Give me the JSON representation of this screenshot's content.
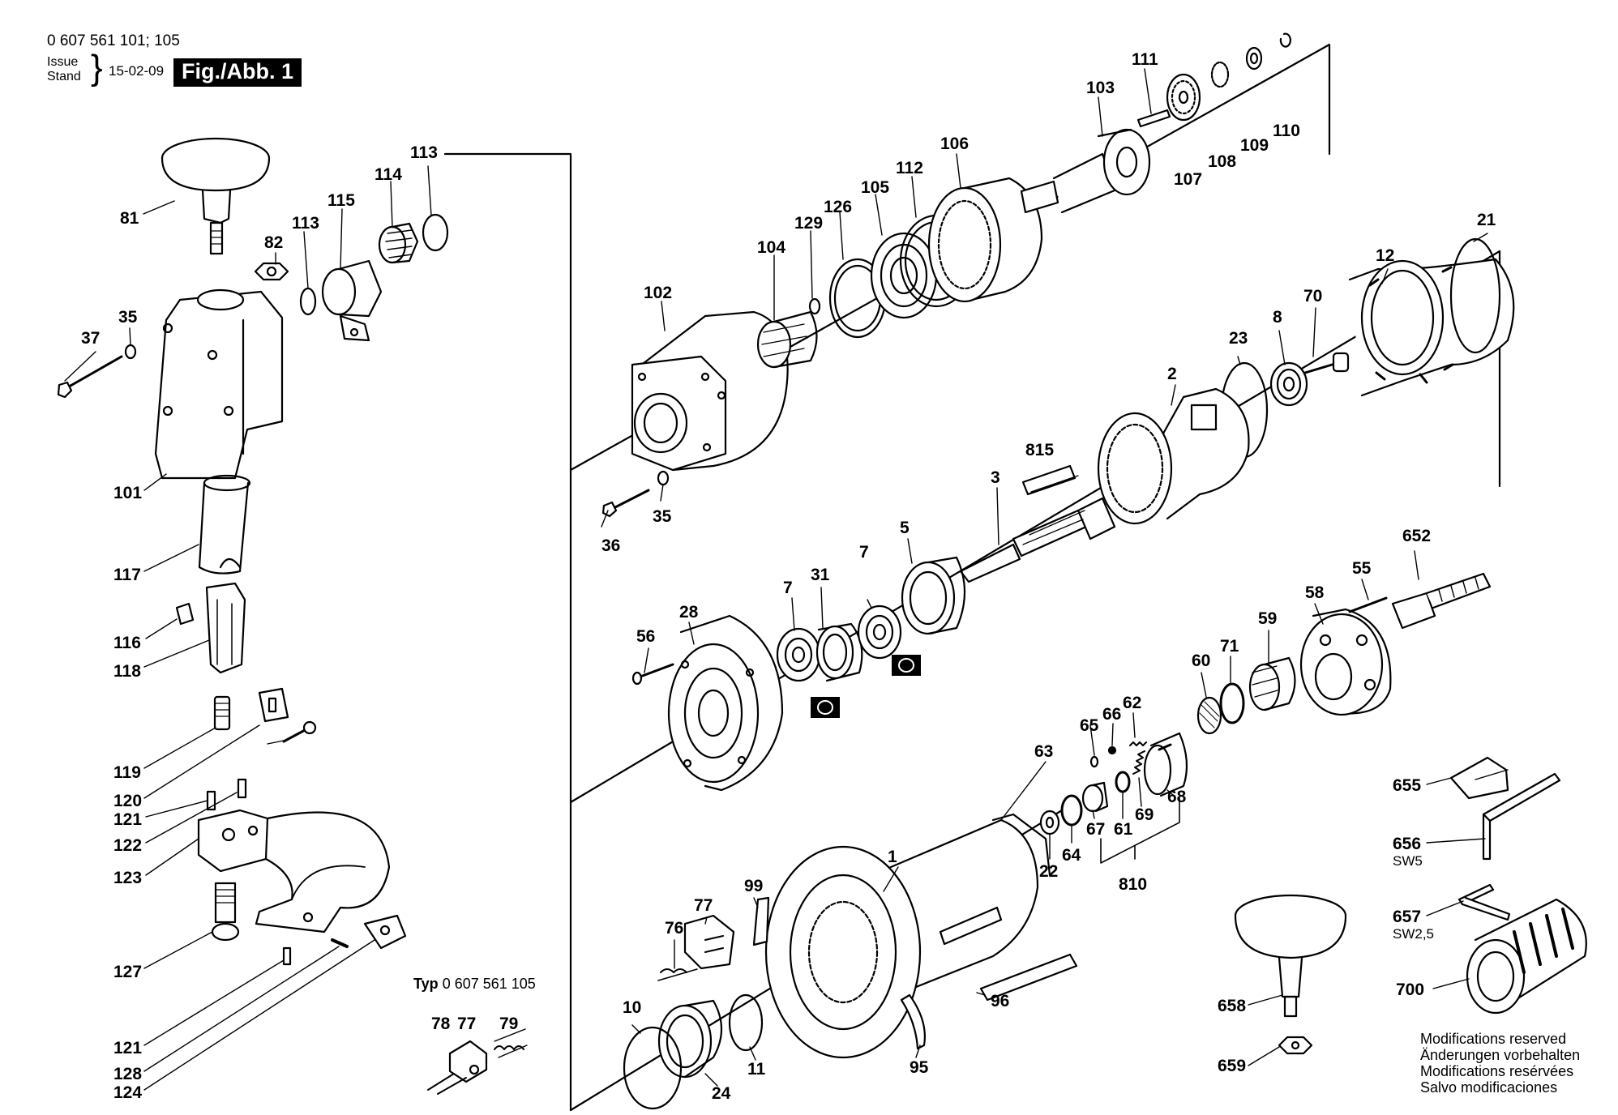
{
  "header": {
    "doc_number": "0 607 561 101; 105",
    "issue_line1": "Issue",
    "issue_line2": "Stand",
    "date": "15-02-09",
    "figure": "Fig./Abb. 1"
  },
  "typ_label": {
    "prefix": "Typ",
    "number": "0 607 561 105"
  },
  "modifications": [
    "Modifications reserved",
    "Änderungen vorbehalten",
    "Modifications resérvées",
    "Salvo modificaciones"
  ],
  "sw_labels": {
    "p656": "SW5",
    "p657": "SW2,5"
  },
  "parts": {
    "p81": "81",
    "p82": "82",
    "p113a": "113",
    "p115": "115",
    "p114": "114",
    "p113b": "113",
    "p37": "37",
    "p35a": "35",
    "p101": "101",
    "p117": "117",
    "p116": "116",
    "p118": "118",
    "p119": "119",
    "p120": "120",
    "p121a": "121",
    "p122": "122",
    "p123": "123",
    "p127": "127",
    "p121b": "121",
    "p128": "128",
    "p124": "124",
    "p78": "78",
    "p77a": "77",
    "p79": "79",
    "p111": "111",
    "p103": "103",
    "p110": "110",
    "p109": "109",
    "p108": "108",
    "p107": "107",
    "p106": "106",
    "p112": "112",
    "p105": "105",
    "p126": "126",
    "p129": "129",
    "p104": "104",
    "p102": "102",
    "p36": "36",
    "p35b": "35",
    "p21": "21",
    "p12": "12",
    "p70": "70",
    "p8": "8",
    "p23": "23",
    "p2": "2",
    "p815": "815",
    "p3": "3",
    "p5": "5",
    "p7a": "7",
    "p31": "31",
    "p7b": "7",
    "p28": "28",
    "p56": "56",
    "p652": "652",
    "p55": "55",
    "p58": "58",
    "p59": "59",
    "p71": "71",
    "p60": "60",
    "p62": "62",
    "p66": "66",
    "p65": "65",
    "p63": "63",
    "p69": "69",
    "p68": "68",
    "p67": "67",
    "p61": "61",
    "p64": "64",
    "p22": "22",
    "p810": "810",
    "p1": "1",
    "p99": "99",
    "p77b": "77",
    "p76": "76",
    "p96": "96",
    "p10": "10",
    "p24": "24",
    "p11": "11",
    "p95": "95",
    "p655": "655",
    "p656": "656",
    "p657": "657",
    "p700": "700",
    "p658": "658",
    "p659": "659"
  }
}
